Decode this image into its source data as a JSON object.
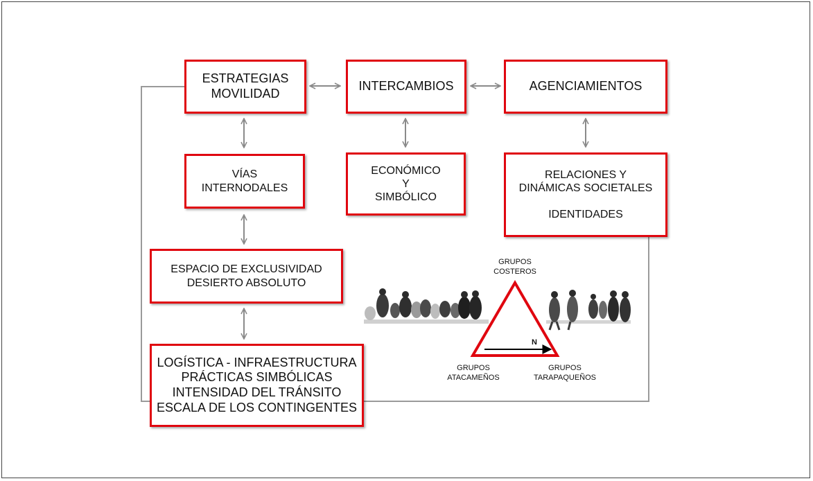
{
  "boxes": {
    "estrategias": [
      "ESTRATEGIAS",
      "MOVILIDAD"
    ],
    "intercambios": [
      "INTERCAMBIOS"
    ],
    "agenciamientos": [
      "AGENCIAMIENTOS"
    ],
    "vias": [
      "VÍAS",
      "INTERNODALES"
    ],
    "economico": [
      "ECONÓMICO",
      "Y",
      "SIMBÓLICO"
    ],
    "relaciones": [
      "RELACIONES Y",
      "DINÁMICAS SOCIETALES",
      "IDENTIDADES"
    ],
    "espacio": [
      "ESPACIO DE EXCLUSIVIDAD",
      "DESIERTO ABSOLUTO"
    ],
    "logistica": [
      "LOGÍSTICA - INFRAESTRUCTURA",
      "PRÁCTICAS SIMBÓLICAS",
      "INTENSIDAD DEL TRÁNSITO",
      "ESCALA DE LOS CONTINGENTES"
    ]
  },
  "triangle": {
    "top": [
      "GRUPOS",
      "COSTEROS"
    ],
    "left": [
      "GRUPOS",
      "ATACAMEÑOS"
    ],
    "right": [
      "GRUPOS",
      "TARAPAQUEÑOS"
    ],
    "north": "N"
  },
  "colors": {
    "box_border": "#e0060f",
    "connector": "#8a8a8a",
    "text": "#111111"
  }
}
